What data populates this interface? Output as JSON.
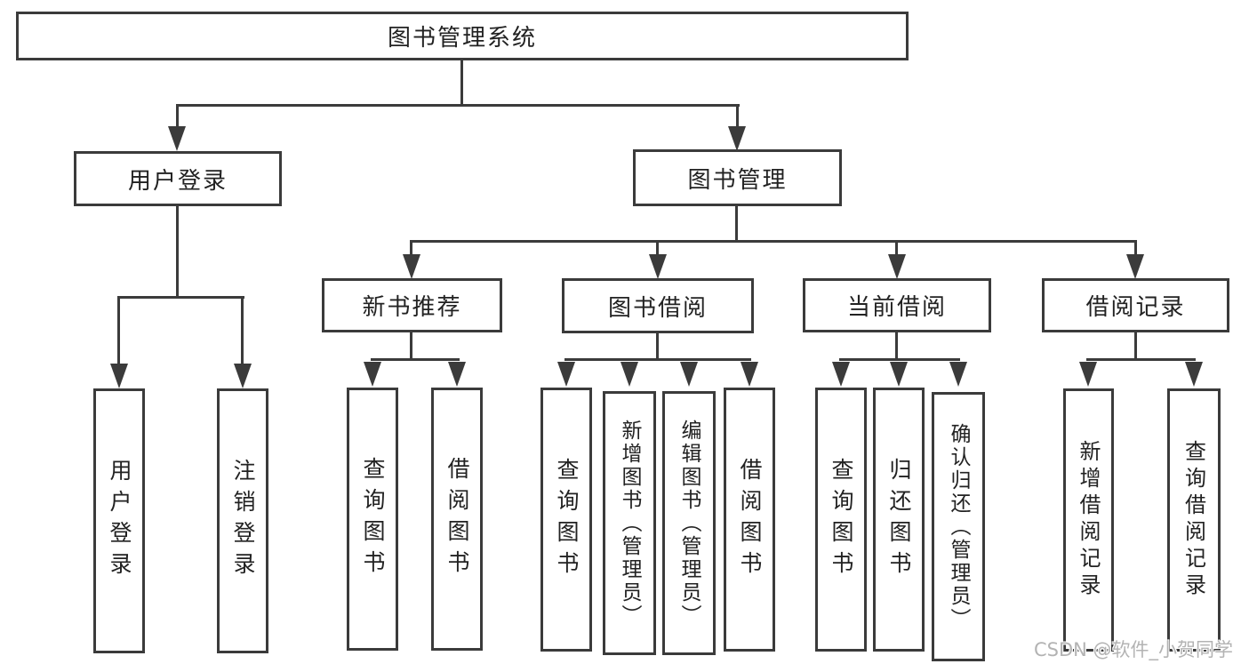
{
  "diagram": {
    "root_label": "图书管理系统",
    "level2": {
      "user_login": "用户登录",
      "book_management": "图书管理"
    },
    "level3": {
      "new_book_recommend": "新书推荐",
      "book_borrow": "图书借阅",
      "current_borrow": "当前借阅",
      "borrow_records": "借阅记录"
    },
    "leaves": {
      "user_login_1": "用户登录",
      "user_login_2": "注销登录",
      "recommend_1": "查询图书",
      "recommend_2": "借阅图书",
      "borrow_1": "查询图书",
      "borrow_2": "新增图书（管理员）",
      "borrow_3": "编辑图书（管理员）",
      "borrow_4": "借阅图书",
      "current_1": "查询图书",
      "current_2": "归还图书",
      "current_3": "确认归还（管理员）",
      "records_1": "新增借阅记录",
      "records_2": "查询借阅记录"
    }
  },
  "watermark": {
    "text": "CSDN @软件_小贺同学"
  },
  "colors": {
    "line": "#3b3b3b",
    "text": "#222222",
    "watermark": "#b3b3b3",
    "background": "#ffffff"
  }
}
